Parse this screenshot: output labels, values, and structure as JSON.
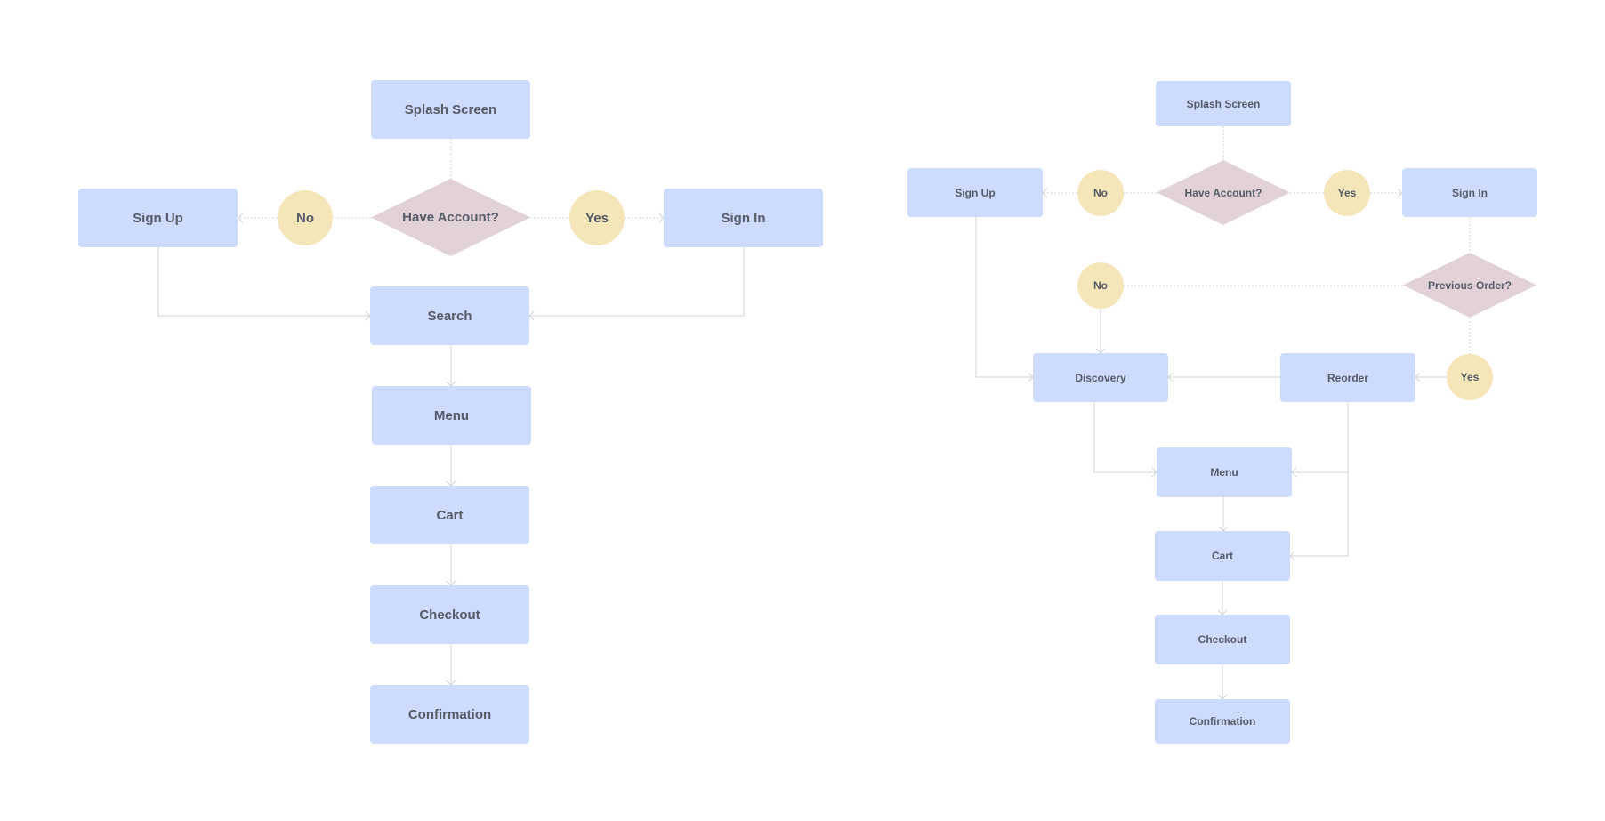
{
  "colors": {
    "process": "#cddbff",
    "decision": "#e3d1d8",
    "answer": "#f5e6ba",
    "text": "#555b66",
    "connector": "#d0d3d8"
  },
  "left_flow": {
    "splash_screen": "Splash Screen",
    "have_account": "Have Account?",
    "no": "No",
    "yes": "Yes",
    "sign_up": "Sign Up",
    "sign_in": "Sign In",
    "search": "Search",
    "menu": "Menu",
    "cart": "Cart",
    "checkout": "Checkout",
    "confirmation": "Confirmation"
  },
  "right_flow": {
    "splash_screen": "Splash Screen",
    "have_account": "Have Account?",
    "no_account": "No",
    "yes_account": "Yes",
    "sign_up": "Sign Up",
    "sign_in": "Sign In",
    "previous_order": "Previous Order?",
    "no_previous": "No",
    "yes_previous": "Yes",
    "discovery": "Discovery",
    "reorder": "Reorder",
    "menu": "Menu",
    "cart": "Cart",
    "checkout": "Checkout",
    "confirmation": "Confirmation"
  }
}
